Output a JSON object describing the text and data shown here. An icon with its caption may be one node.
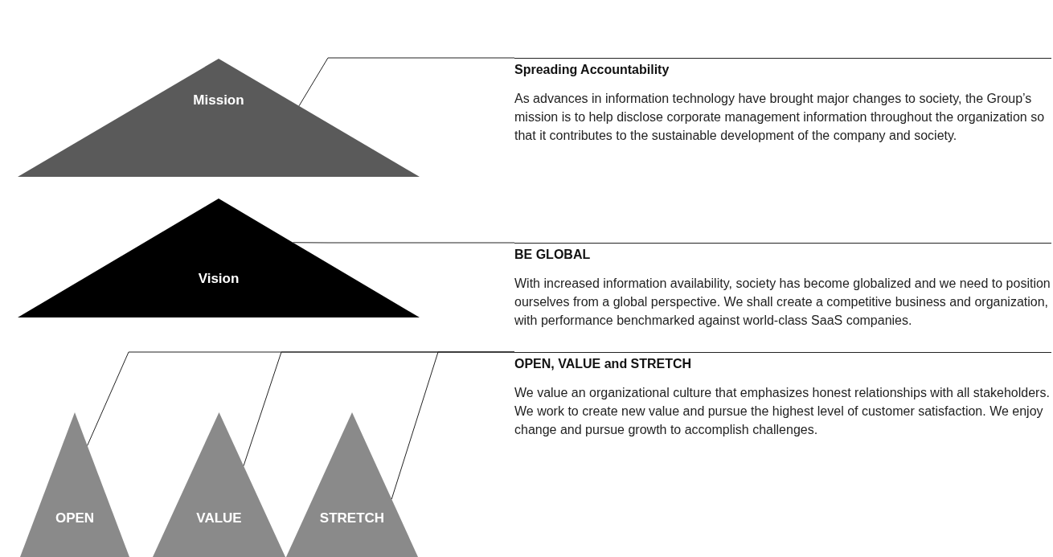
{
  "diagram": {
    "nodes": [
      {
        "text": [
          "Mission"
        ]
      },
      {
        "text": [
          "Spreading Accountability",
          "As advances in information technology have brought major changes to society, the Group’s mission is to help disclose corporate management information throughout the organization so that it contributes to the sustainable development of the company and society."
        ]
      },
      {
        "text": [
          "Vision"
        ]
      },
      {
        "text": [
          "BE GLOBAL",
          "With increased information availability, society has become globalized and we need to position ourselves from a global perspective. We shall create a competitive business and organization, with performance benchmarked against world-class SaaS companies."
        ]
      },
      {
        "text": [
          "OPEN"
        ]
      },
      {
        "text": [
          "VALUE"
        ]
      },
      {
        "text": [
          "STRETCH"
        ]
      },
      {
        "text": [
          "OPEN, VALUE and STRETCH",
          "We value an organizational culture that emphasizes honest relationships with all stakeholders. We work to create new value and pursue the highest level of customer satisfaction. We enjoy change and pursue growth to accomplish challenges."
        ]
      }
    ],
    "edges": [
      {
        "from": 0,
        "to": 1,
        "arrow": "none"
      },
      {
        "from": 2,
        "to": 3,
        "arrow": "none"
      },
      {
        "from": 4,
        "to": 7,
        "arrow": "none"
      },
      {
        "from": 5,
        "to": 7,
        "arrow": "none"
      },
      {
        "from": 6,
        "to": 7,
        "arrow": "none"
      }
    ]
  }
}
